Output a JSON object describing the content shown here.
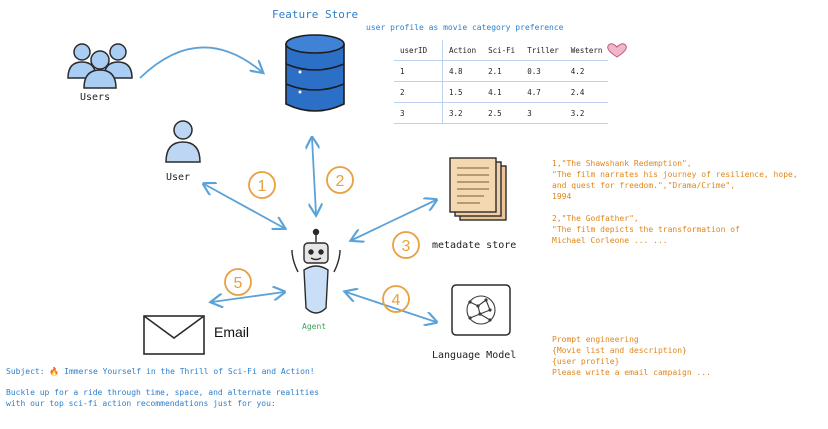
{
  "title": "Feature Store",
  "table_caption": "user profile as movie category preference",
  "table": {
    "headers": [
      "userID",
      "Action",
      "Sci-Fi",
      "Triller",
      "Western"
    ],
    "rows": [
      [
        "1",
        "4.8",
        "2.1",
        "0.3",
        "4.2"
      ],
      [
        "2",
        "1.5",
        "4.1",
        "4.7",
        "2.4"
      ],
      [
        "3",
        "3.2",
        "2.5",
        "3",
        "3.2"
      ]
    ]
  },
  "nodes": {
    "users": "Users",
    "user": "User",
    "agent": "Agent",
    "metadata_store": "metadate store",
    "language_model": "Language Model",
    "email": "Email"
  },
  "steps": [
    "1",
    "2",
    "3",
    "4",
    "5"
  ],
  "metadata_text": [
    "1,\"The Shawshank Redemption\",",
    "\"The film narrates his journey of resilience, hope,",
    "and quest for freedom.\",\"Drama/Crime\",",
    "1994",
    "",
    "2,\"The Godfather\",",
    "\"The film depicts the transformation of",
    "Michael Corleone ... ..."
  ],
  "prompt_text": [
    "Prompt engineering",
    "{Movie list and description}",
    "{user profile}",
    "Please write a email campaign ..."
  ],
  "email_text": {
    "subject": "Subject: 🔥 Immerse Yourself in the Thrill of Sci-Fi and Action!",
    "body_line1": "Buckle up for a ride through time, space, and alternate realities",
    "body_line2": "with our top sci-fi action recommendations just for you:"
  },
  "colors": {
    "blue": "#2d7fc9",
    "orange": "#e0861a",
    "db_fill": "#2c6fc6",
    "user_fill": "#b9d4f4",
    "agent_fill": "#c9dff7"
  }
}
